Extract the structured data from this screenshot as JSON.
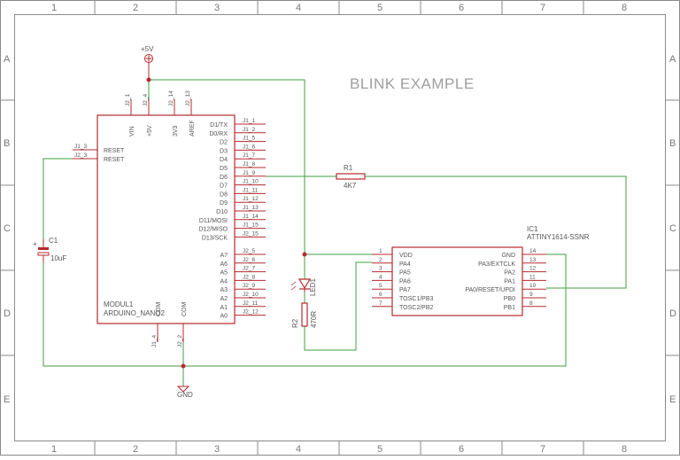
{
  "title": "BLINK EXAMPLE",
  "frame": {
    "columns": [
      "1",
      "2",
      "3",
      "4",
      "5",
      "6",
      "7",
      "8"
    ],
    "rows": [
      "A",
      "B",
      "C",
      "D",
      "E"
    ]
  },
  "power": {
    "vcc": "+5V",
    "gnd": "GND"
  },
  "module1": {
    "name": "MODUL1",
    "value": "ARDUINO_NANO2",
    "top_pins": [
      {
        "num": "J2_1",
        "name": "VIN"
      },
      {
        "num": "J2_4",
        "name": "+5V"
      },
      {
        "num": "J2_14",
        "name": "3V3"
      },
      {
        "num": "J2_13",
        "name": "AREF"
      }
    ],
    "left_pins": [
      {
        "num": "J1_3",
        "name": "RESET"
      },
      {
        "num": "J2_3",
        "name": "RESET"
      }
    ],
    "right_pins": [
      {
        "num": "J1_1",
        "name": "D1/TX"
      },
      {
        "num": "J1_2",
        "name": "D0/RX"
      },
      {
        "num": "J1_5",
        "name": "D2"
      },
      {
        "num": "J1_6",
        "name": "D3"
      },
      {
        "num": "J1_7",
        "name": "D4"
      },
      {
        "num": "J1_8",
        "name": "D5"
      },
      {
        "num": "J1_9",
        "name": "D6"
      },
      {
        "num": "J1_10",
        "name": "D7"
      },
      {
        "num": "J1_11",
        "name": "D8"
      },
      {
        "num": "J1_12",
        "name": "D9"
      },
      {
        "num": "J1_13",
        "name": "D10"
      },
      {
        "num": "J1_14",
        "name": "D11/MOSI"
      },
      {
        "num": "J1_15",
        "name": "D12/MISO"
      },
      {
        "num": "J2_15",
        "name": "D13/SCK"
      },
      {
        "num": "J2_5",
        "name": "A7"
      },
      {
        "num": "J2_6",
        "name": "A6"
      },
      {
        "num": "J2_7",
        "name": "A5"
      },
      {
        "num": "J2_8",
        "name": "A4"
      },
      {
        "num": "J2_9",
        "name": "A3"
      },
      {
        "num": "J2_10",
        "name": "A2"
      },
      {
        "num": "J2_11",
        "name": "A1"
      },
      {
        "num": "J2_12",
        "name": "A0"
      }
    ],
    "bottom_pins": [
      {
        "num": "J1_4",
        "name": "COM"
      },
      {
        "num": "J2_2",
        "name": "COM"
      }
    ]
  },
  "c1": {
    "name": "C1",
    "value": "10uF"
  },
  "r1": {
    "name": "R1",
    "value": "4K7"
  },
  "r2": {
    "name": "R2",
    "value": "470R"
  },
  "led1": {
    "name": "LED1"
  },
  "ic1": {
    "name": "IC1",
    "value": "ATTINY1614-SSNR",
    "left_pins": [
      {
        "num": "1",
        "name": "VDD"
      },
      {
        "num": "2",
        "name": "PA4"
      },
      {
        "num": "3",
        "name": "PA5"
      },
      {
        "num": "4",
        "name": "PA6"
      },
      {
        "num": "5",
        "name": "PA7"
      },
      {
        "num": "6",
        "name": "TOSC1/PB3"
      },
      {
        "num": "7",
        "name": "TOSC2/PB2"
      }
    ],
    "right_pins": [
      {
        "num": "14",
        "name": "GND"
      },
      {
        "num": "13",
        "name": "PA3/EXTCLK"
      },
      {
        "num": "12",
        "name": "PA2"
      },
      {
        "num": "11",
        "name": "PA1"
      },
      {
        "num": "10",
        "name": "PA0/RESET/UPDI"
      },
      {
        "num": "9",
        "name": "PB0"
      },
      {
        "num": "8",
        "name": "PB1"
      }
    ]
  }
}
